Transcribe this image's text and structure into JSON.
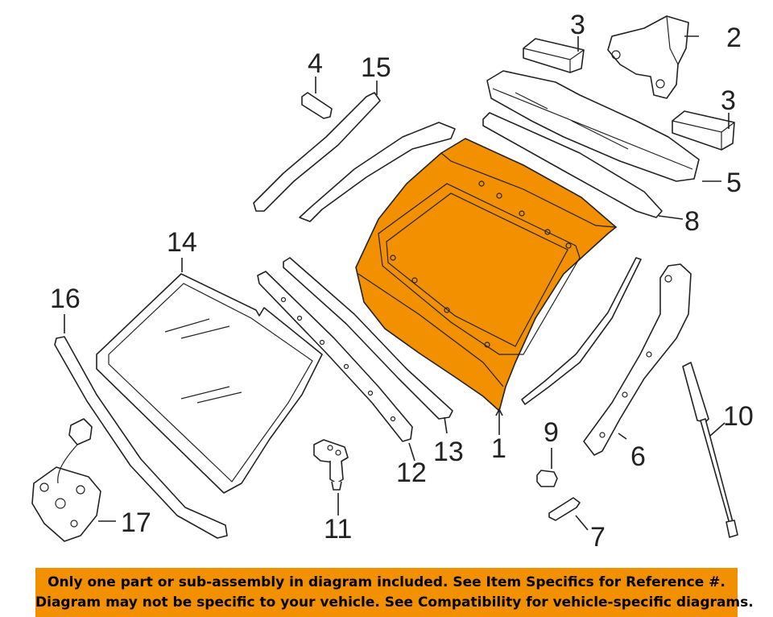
{
  "colors": {
    "highlight": "#f29000",
    "line": "#222222",
    "banner": "#f29000"
  },
  "callouts": {
    "c1": "1",
    "c2": "2",
    "c3a": "3",
    "c3b": "3",
    "c4": "4",
    "c5": "5",
    "c6": "6",
    "c7": "7",
    "c8": "8",
    "c9": "9",
    "c10": "10",
    "c11": "11",
    "c12": "12",
    "c13": "13",
    "c14": "14",
    "c15": "15",
    "c16": "16",
    "c17": "17"
  },
  "disclaimer": {
    "line1": "Only one part or sub-assembly in diagram included. See Item Specifics for Reference #.",
    "line2": "Diagram may not be specific to your vehicle. See Compatibility for vehicle-specific diagrams."
  }
}
